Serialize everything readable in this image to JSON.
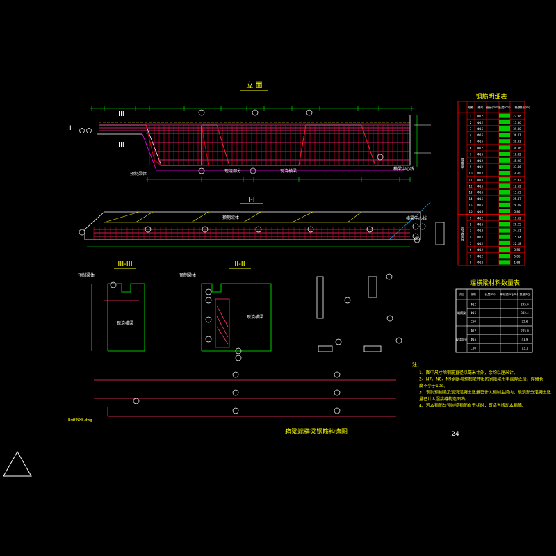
{
  "titles": {
    "elevation": "立 面",
    "section_1": "I-I",
    "section_3": "III-III",
    "section_2": "II-II",
    "rebar_table": "钢筋明细表",
    "material_table": "端横梁材料数量表",
    "drawing_title": "箱梁端横梁钢筋构造图",
    "page_number": "24",
    "notes_heading": "注："
  },
  "notes": [
    "1、图中尺寸除钢筋直径以毫米计外，余均以厘米计。",
    "2、N7、N8、N9钢筋与预制梁伸出的钢筋采用单面焊连接，焊缝长",
    "   度不小于10d。",
    "3、表列预制梁及现浇混凝土数量已计入预制主梁内，现浇部分混凝土数",
    "   量已计入湿接缝构造图内。",
    "4、若本钢筋与预制梁钢筋有干扰时，可适当移动本钢筋。"
  ],
  "file_label": "Brdf NXB.dwg",
  "labels": {
    "label_a": "预制梁体",
    "label_b": "现浇部分",
    "label_c": "现浇横梁",
    "label_d": "横梁中心线",
    "label_e": "预制梁体",
    "label_f": "现浇横梁",
    "label_g": "现浇横梁",
    "label_h": "预制梁体"
  },
  "rebar_table": {
    "headers": [
      "规格",
      "编号",
      "直径(mm)",
      "长度(cm)",
      "根数",
      "共长(m)"
    ],
    "groups": [
      "端横梁",
      "现浇部分"
    ],
    "rows": [
      [
        "1",
        "Φ12",
        "",
        "",
        "",
        "",
        "22.98"
      ],
      [
        "2",
        "Φ12",
        "",
        "",
        "",
        "",
        "11.30"
      ],
      [
        "3",
        "Φ16",
        "",
        "",
        "",
        "",
        "39.80"
      ],
      [
        "4",
        "Φ16",
        "",
        "",
        "",
        "",
        "36.41"
      ],
      [
        "5",
        "Φ16",
        "",
        "",
        "",
        "",
        "29.33"
      ],
      [
        "6",
        "Φ12",
        "",
        "",
        "",
        "",
        "38.56"
      ],
      [
        "7",
        "Φ16",
        "",
        "",
        "",
        "",
        "18.82"
      ],
      [
        "8",
        "Φ12",
        "",
        "",
        "",
        "",
        "45.98"
      ],
      [
        "9",
        "Φ12",
        "",
        "",
        "",
        "",
        "37.46"
      ],
      [
        "10",
        "Φ12",
        "",
        "",
        "",
        "",
        "3.30"
      ],
      [
        "11",
        "Φ16",
        "",
        "",
        "",
        "",
        "25.92"
      ],
      [
        "12",
        "Φ16",
        "",
        "",
        "",
        "",
        "12.62"
      ],
      [
        "13",
        "Φ16",
        "",
        "",
        "",
        "",
        "12.62"
      ],
      [
        "14",
        "Φ16",
        "",
        "",
        "",
        "",
        "25.47"
      ],
      [
        "15",
        "Φ16",
        "",
        "",
        "",
        "",
        "28.48"
      ],
      [
        "16",
        "Φ16",
        "",
        "",
        "",
        "",
        "5.86"
      ],
      [
        "1",
        "Φ12",
        "",
        "",
        "",
        "",
        "19.62"
      ],
      [
        "2",
        "Φ16",
        "",
        "",
        "",
        "",
        "28.25"
      ],
      [
        "3",
        "Φ12",
        "",
        "",
        "",
        "",
        "34.51"
      ],
      [
        "4",
        "Φ12",
        "",
        "",
        "",
        "",
        "15.84"
      ],
      [
        "5",
        "Φ12",
        "",
        "",
        "",
        "",
        "22.18"
      ],
      [
        "6",
        "Φ12",
        "",
        "",
        "",
        "",
        "3.58"
      ],
      [
        "7",
        "Φ12",
        "",
        "",
        "",
        "",
        "5.86"
      ],
      [
        "8",
        "Φ12",
        "",
        "",
        "",
        "",
        "1.68"
      ]
    ]
  },
  "material_table": {
    "headers": [
      "项目",
      "规格",
      "长度(m)",
      "单位重(kg/m)",
      "重量(kg)"
    ],
    "groups": [
      "端横梁",
      "现浇部分"
    ],
    "rows": [
      [
        "",
        "Φ12",
        "",
        "",
        "295.0"
      ],
      [
        "",
        "Φ16",
        "",
        "",
        "382.4"
      ],
      [
        "",
        "C50",
        "",
        "",
        "32.6"
      ],
      [
        "",
        "Φ12",
        "",
        "",
        "205.0"
      ],
      [
        "",
        "Φ16",
        "",
        "",
        "41.9"
      ],
      [
        "",
        "C50",
        "",
        "",
        "13.1"
      ]
    ]
  }
}
